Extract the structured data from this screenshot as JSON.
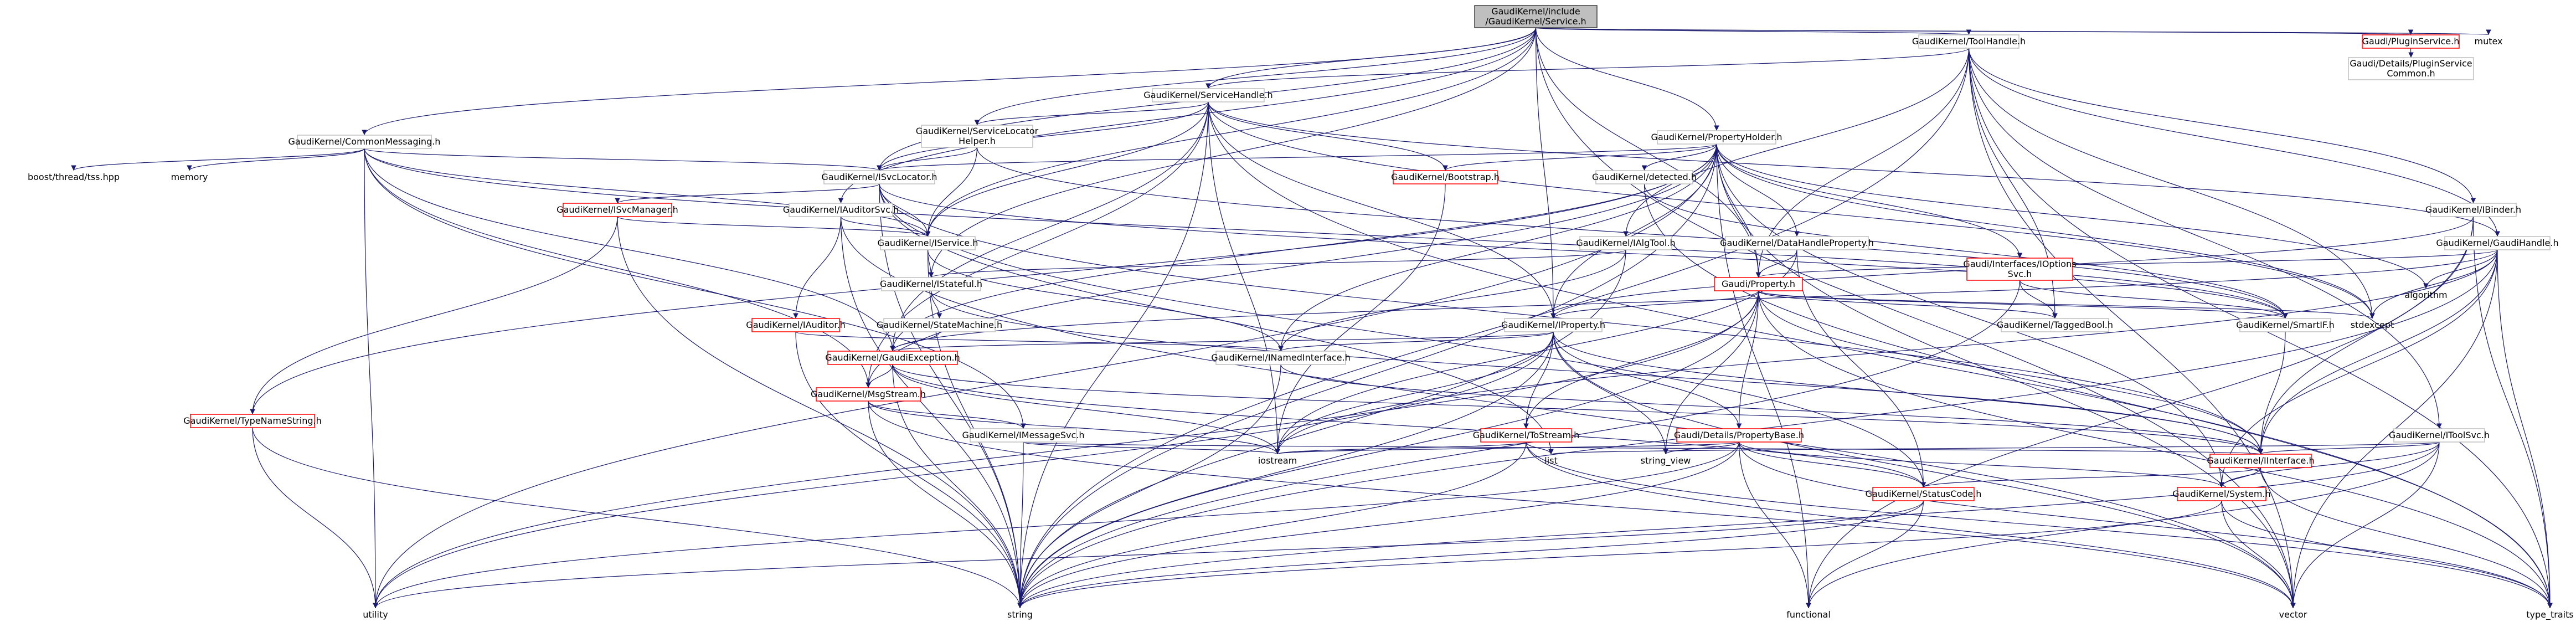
{
  "graph": {
    "root_id": "root",
    "colors": {
      "edge": "#191970",
      "node_border": "#bfbfbf",
      "root_fill": "#bfbfbf",
      "truncated_border": "#ff0000",
      "text": "#000000"
    },
    "nodes": [
      {
        "id": "root",
        "lines": [
          "GaudiKernel/include",
          "/GaudiKernel/Service.h"
        ],
        "style": "root"
      },
      {
        "id": "toolhandle",
        "lines": [
          "GaudiKernel/ToolHandle.h"
        ],
        "style": "box"
      },
      {
        "id": "pluginsvc",
        "lines": [
          "Gaudi/PluginService.h"
        ],
        "style": "red"
      },
      {
        "id": "mutex",
        "lines": [
          "mutex"
        ],
        "style": "plain"
      },
      {
        "id": "plugincommon",
        "lines": [
          "Gaudi/Details/PluginService",
          "Common.h"
        ],
        "style": "box"
      },
      {
        "id": "commonmsg",
        "lines": [
          "GaudiKernel/CommonMessaging.h"
        ],
        "style": "box"
      },
      {
        "id": "svchandle",
        "lines": [
          "GaudiKernel/ServiceHandle.h"
        ],
        "style": "box"
      },
      {
        "id": "svclocatorhelper",
        "lines": [
          "GaudiKernel/ServiceLocator",
          "Helper.h"
        ],
        "style": "box"
      },
      {
        "id": "propholder",
        "lines": [
          "GaudiKernel/PropertyHolder.h"
        ],
        "style": "box"
      },
      {
        "id": "boostthread",
        "lines": [
          "boost/thread/tss.hpp"
        ],
        "style": "plain"
      },
      {
        "id": "memory",
        "lines": [
          "memory"
        ],
        "style": "plain"
      },
      {
        "id": "isvclocator",
        "lines": [
          "GaudiKernel/ISvcLocator.h"
        ],
        "style": "box"
      },
      {
        "id": "bootstrap",
        "lines": [
          "GaudiKernel/Bootstrap.h"
        ],
        "style": "red"
      },
      {
        "id": "detected",
        "lines": [
          "GaudiKernel/detected.h"
        ],
        "style": "box"
      },
      {
        "id": "ibinder",
        "lines": [
          "GaudiKernel/IBinder.h"
        ],
        "style": "box"
      },
      {
        "id": "isvcmanager",
        "lines": [
          "GaudiKernel/ISvcManager.h"
        ],
        "style": "red"
      },
      {
        "id": "iauditorsvc",
        "lines": [
          "GaudiKernel/IAuditorSvc.h"
        ],
        "style": "box"
      },
      {
        "id": "iservice",
        "lines": [
          "GaudiKernel/IService.h"
        ],
        "style": "box"
      },
      {
        "id": "ialgtool",
        "lines": [
          "GaudiKernel/IAlgTool.h"
        ],
        "style": "box"
      },
      {
        "id": "datahandleprop",
        "lines": [
          "GaudiKernel/DataHandleProperty.h"
        ],
        "style": "box"
      },
      {
        "id": "gaudihandle",
        "lines": [
          "GaudiKernel/GaudiHandle.h"
        ],
        "style": "box"
      },
      {
        "id": "ioptionssvc",
        "lines": [
          "Gaudi/Interfaces/IOptions",
          "Svc.h"
        ],
        "style": "red"
      },
      {
        "id": "istateful",
        "lines": [
          "GaudiKernel/IStateful.h"
        ],
        "style": "box"
      },
      {
        "id": "iauditor",
        "lines": [
          "GaudiKernel/IAuditor.h"
        ],
        "style": "red"
      },
      {
        "id": "statemachine",
        "lines": [
          "GaudiKernel/StateMachine.h"
        ],
        "style": "box"
      },
      {
        "id": "property",
        "lines": [
          "Gaudi/Property.h"
        ],
        "style": "red"
      },
      {
        "id": "iproperty",
        "lines": [
          "GaudiKernel/IProperty.h"
        ],
        "style": "box"
      },
      {
        "id": "taggedbool",
        "lines": [
          "GaudiKernel/TaggedBool.h"
        ],
        "style": "box"
      },
      {
        "id": "smartif",
        "lines": [
          "GaudiKernel/SmartIF.h"
        ],
        "style": "box"
      },
      {
        "id": "stdexcept",
        "lines": [
          "stdexcept"
        ],
        "style": "plain"
      },
      {
        "id": "algorithm",
        "lines": [
          "algorithm"
        ],
        "style": "plain"
      },
      {
        "id": "gaudiexception",
        "lines": [
          "GaudiKernel/GaudiException.h"
        ],
        "style": "red"
      },
      {
        "id": "inamedinterface",
        "lines": [
          "GaudiKernel/INamedInterface.h"
        ],
        "style": "box"
      },
      {
        "id": "typenamestring",
        "lines": [
          "GaudiKernel/TypeNameString.h"
        ],
        "style": "red"
      },
      {
        "id": "msgstream",
        "lines": [
          "GaudiKernel/MsgStream.h"
        ],
        "style": "red"
      },
      {
        "id": "imessagesvc",
        "lines": [
          "GaudiKernel/IMessageSvc.h"
        ],
        "style": "box"
      },
      {
        "id": "itoolsvc",
        "lines": [
          "GaudiKernel/IToolSvc.h"
        ],
        "style": "box"
      },
      {
        "id": "tostream",
        "lines": [
          "GaudiKernel/ToStream.h"
        ],
        "style": "red"
      },
      {
        "id": "propertybase",
        "lines": [
          "Gaudi/Details/PropertyBase.h"
        ],
        "style": "red"
      },
      {
        "id": "iinterface",
        "lines": [
          "GaudiKernel/IInterface.h"
        ],
        "style": "red"
      },
      {
        "id": "iostream",
        "lines": [
          "iostream"
        ],
        "style": "plain"
      },
      {
        "id": "list",
        "lines": [
          "list"
        ],
        "style": "plain"
      },
      {
        "id": "string_view",
        "lines": [
          "string_view"
        ],
        "style": "plain"
      },
      {
        "id": "statuscode",
        "lines": [
          "GaudiKernel/StatusCode.h"
        ],
        "style": "red"
      },
      {
        "id": "system",
        "lines": [
          "GaudiKernel/System.h"
        ],
        "style": "red"
      },
      {
        "id": "utility",
        "lines": [
          "utility"
        ],
        "style": "plain"
      },
      {
        "id": "string",
        "lines": [
          "string"
        ],
        "style": "plain"
      },
      {
        "id": "functional",
        "lines": [
          "functional"
        ],
        "style": "plain"
      },
      {
        "id": "vector",
        "lines": [
          "vector"
        ],
        "style": "plain"
      },
      {
        "id": "type_traits",
        "lines": [
          "type_traits"
        ],
        "style": "plain"
      }
    ],
    "edges": [
      [
        "root",
        "toolhandle"
      ],
      [
        "root",
        "pluginsvc"
      ],
      [
        "root",
        "mutex"
      ],
      [
        "root",
        "commonmsg"
      ],
      [
        "root",
        "svchandle"
      ],
      [
        "root",
        "svclocatorhelper"
      ],
      [
        "root",
        "propholder"
      ],
      [
        "root",
        "isvclocator"
      ],
      [
        "root",
        "iservice"
      ],
      [
        "root",
        "iauditorsvc"
      ],
      [
        "root",
        "istateful"
      ],
      [
        "root",
        "iproperty"
      ],
      [
        "root",
        "property"
      ],
      [
        "root",
        "vector"
      ],
      [
        "pluginsvc",
        "plugincommon"
      ],
      [
        "toolhandle",
        "svchandle"
      ],
      [
        "toolhandle",
        "ibinder"
      ],
      [
        "toolhandle",
        "gaudihandle"
      ],
      [
        "toolhandle",
        "ialgtool"
      ],
      [
        "toolhandle",
        "itoolsvc"
      ],
      [
        "toolhandle",
        "property"
      ],
      [
        "toolhandle",
        "stdexcept"
      ],
      [
        "toolhandle",
        "type_traits"
      ],
      [
        "toolhandle",
        "vector"
      ],
      [
        "toolhandle",
        "string"
      ],
      [
        "toolhandle",
        "taggedbool"
      ],
      [
        "commonmsg",
        "boostthread"
      ],
      [
        "commonmsg",
        "memory"
      ],
      [
        "commonmsg",
        "utility"
      ],
      [
        "commonmsg",
        "isvclocator"
      ],
      [
        "commonmsg",
        "imessagesvc"
      ],
      [
        "commonmsg",
        "msgstream"
      ],
      [
        "commonmsg",
        "smartif"
      ],
      [
        "commonmsg",
        "gaudiexception"
      ],
      [
        "commonmsg",
        "iservice"
      ],
      [
        "svchandle",
        "svclocatorhelper"
      ],
      [
        "svchandle",
        "isvclocator"
      ],
      [
        "svchandle",
        "bootstrap"
      ],
      [
        "svchandle",
        "gaudihandle"
      ],
      [
        "svchandle",
        "iproperty"
      ],
      [
        "svchandle",
        "iservice"
      ],
      [
        "svchandle",
        "gaudiexception"
      ],
      [
        "svchandle",
        "msgstream"
      ],
      [
        "svchandle",
        "stdexcept"
      ],
      [
        "svchandle",
        "string"
      ],
      [
        "svchandle",
        "type_traits"
      ],
      [
        "svchandle",
        "iostream"
      ],
      [
        "svclocatorhelper",
        "isvclocator"
      ],
      [
        "svclocatorhelper",
        "iservice"
      ],
      [
        "svclocatorhelper",
        "smartif"
      ],
      [
        "propholder",
        "isvclocator"
      ],
      [
        "propholder",
        "bootstrap"
      ],
      [
        "propholder",
        "detected"
      ],
      [
        "propholder",
        "ioptionssvc"
      ],
      [
        "propholder",
        "datahandleprop"
      ],
      [
        "propholder",
        "iproperty"
      ],
      [
        "propholder",
        "property"
      ],
      [
        "propholder",
        "msgstream"
      ],
      [
        "propholder",
        "gaudiexception"
      ],
      [
        "propholder",
        "typenamestring"
      ],
      [
        "propholder",
        "algorithm"
      ],
      [
        "propholder",
        "stdexcept"
      ],
      [
        "propholder",
        "string"
      ],
      [
        "propholder",
        "utility"
      ],
      [
        "propholder",
        "vector"
      ],
      [
        "propholder",
        "functional"
      ],
      [
        "propholder",
        "inamedinterface"
      ],
      [
        "propholder",
        "system"
      ],
      [
        "isvclocator",
        "isvcmanager"
      ],
      [
        "isvclocator",
        "smartif"
      ],
      [
        "isvclocator",
        "statuscode"
      ],
      [
        "isvclocator",
        "list"
      ],
      [
        "isvclocator",
        "string"
      ],
      [
        "isvclocator",
        "iinterface"
      ],
      [
        "isvclocator",
        "iservice"
      ],
      [
        "bootstrap",
        "iostream"
      ],
      [
        "detected",
        "type_traits"
      ],
      [
        "detected",
        "smartif"
      ],
      [
        "ibinder",
        "iinterface"
      ],
      [
        "ibinder",
        "functional"
      ],
      [
        "ibinder",
        "type_traits"
      ],
      [
        "ibinder",
        "iproperty"
      ],
      [
        "isvcmanager",
        "typenamestring"
      ],
      [
        "isvcmanager",
        "iservice"
      ],
      [
        "isvcmanager",
        "string"
      ],
      [
        "iauditorsvc",
        "iauditor"
      ],
      [
        "iauditorsvc",
        "iservice"
      ],
      [
        "iauditorsvc",
        "string"
      ],
      [
        "iauditorsvc",
        "vector"
      ],
      [
        "iservice",
        "istateful"
      ],
      [
        "iservice",
        "inamedinterface"
      ],
      [
        "iservice",
        "string"
      ],
      [
        "ialgtool",
        "istateful"
      ],
      [
        "ialgtool",
        "inamedinterface"
      ],
      [
        "ialgtool",
        "string"
      ],
      [
        "datahandleprop",
        "property"
      ],
      [
        "datahandleprop",
        "iostream"
      ],
      [
        "datahandleprop",
        "statuscode"
      ],
      [
        "gaudihandle",
        "property"
      ],
      [
        "gaudihandle",
        "gaudiexception"
      ],
      [
        "gaudihandle",
        "iinterface"
      ],
      [
        "gaudihandle",
        "system"
      ],
      [
        "gaudihandle",
        "algorithm"
      ],
      [
        "gaudihandle",
        "stdexcept"
      ],
      [
        "gaudihandle",
        "string"
      ],
      [
        "gaudihandle",
        "type_traits"
      ],
      [
        "gaudihandle",
        "vector"
      ],
      [
        "gaudihandle",
        "iostream"
      ],
      [
        "ioptionssvc",
        "taggedbool"
      ],
      [
        "ioptionssvc",
        "string"
      ],
      [
        "ioptionssvc",
        "smartif"
      ],
      [
        "istateful",
        "statemachine"
      ],
      [
        "istateful",
        "iinterface"
      ],
      [
        "iauditor",
        "inamedinterface"
      ],
      [
        "iauditor",
        "string"
      ],
      [
        "statemachine",
        "gaudiexception"
      ],
      [
        "property",
        "iproperty"
      ],
      [
        "property",
        "propertybase"
      ],
      [
        "property",
        "tostream"
      ],
      [
        "property",
        "taggedbool"
      ],
      [
        "property",
        "smartif"
      ],
      [
        "property",
        "stdexcept"
      ],
      [
        "property",
        "string"
      ],
      [
        "property",
        "utility"
      ],
      [
        "property",
        "string_view"
      ],
      [
        "property",
        "iinterface"
      ],
      [
        "property",
        "type_traits"
      ],
      [
        "iproperty",
        "inamedinterface"
      ],
      [
        "iproperty",
        "gaudiexception"
      ],
      [
        "iproperty",
        "tostream"
      ],
      [
        "iproperty",
        "propertybase"
      ],
      [
        "iproperty",
        "iinterface"
      ],
      [
        "iproperty",
        "string"
      ],
      [
        "iproperty",
        "vector"
      ],
      [
        "iproperty",
        "iostream"
      ],
      [
        "iproperty",
        "string_view"
      ],
      [
        "iproperty",
        "utility"
      ],
      [
        "smartif",
        "iinterface"
      ],
      [
        "gaudiexception",
        "msgstream"
      ],
      [
        "gaudiexception",
        "statuscode"
      ],
      [
        "gaudiexception",
        "string"
      ],
      [
        "gaudiexception",
        "iostream"
      ],
      [
        "gaudiexception",
        "iinterface"
      ],
      [
        "inamedinterface",
        "iinterface"
      ],
      [
        "inamedinterface",
        "string"
      ],
      [
        "typenamestring",
        "utility"
      ],
      [
        "typenamestring",
        "string"
      ],
      [
        "msgstream",
        "imessagesvc"
      ],
      [
        "msgstream",
        "string"
      ],
      [
        "msgstream",
        "iostream"
      ],
      [
        "msgstream",
        "vector"
      ],
      [
        "imessagesvc",
        "iinterface"
      ],
      [
        "imessagesvc",
        "string"
      ],
      [
        "imessagesvc",
        "iostream"
      ],
      [
        "itoolsvc",
        "iinterface"
      ],
      [
        "itoolsvc",
        "system"
      ],
      [
        "itoolsvc",
        "string"
      ],
      [
        "itoolsvc",
        "functional"
      ],
      [
        "itoolsvc",
        "list"
      ],
      [
        "itoolsvc",
        "vector"
      ],
      [
        "tostream",
        "iostream"
      ],
      [
        "tostream",
        "list"
      ],
      [
        "tostream",
        "string"
      ],
      [
        "tostream",
        "vector"
      ],
      [
        "tostream",
        "type_traits"
      ],
      [
        "propertybase",
        "statuscode"
      ],
      [
        "propertybase",
        "system"
      ],
      [
        "propertybase",
        "string"
      ],
      [
        "propertybase",
        "iostream"
      ],
      [
        "propertybase",
        "functional"
      ],
      [
        "propertybase",
        "string_view"
      ],
      [
        "propertybase",
        "utility"
      ],
      [
        "propertybase",
        "type_traits"
      ],
      [
        "iinterface",
        "system"
      ],
      [
        "iinterface",
        "statuscode"
      ],
      [
        "iinterface",
        "type_traits"
      ],
      [
        "statuscode",
        "functional"
      ],
      [
        "statuscode",
        "string"
      ],
      [
        "statuscode",
        "utility"
      ],
      [
        "system",
        "string"
      ],
      [
        "system",
        "vector"
      ],
      [
        "system",
        "type_traits"
      ]
    ]
  }
}
